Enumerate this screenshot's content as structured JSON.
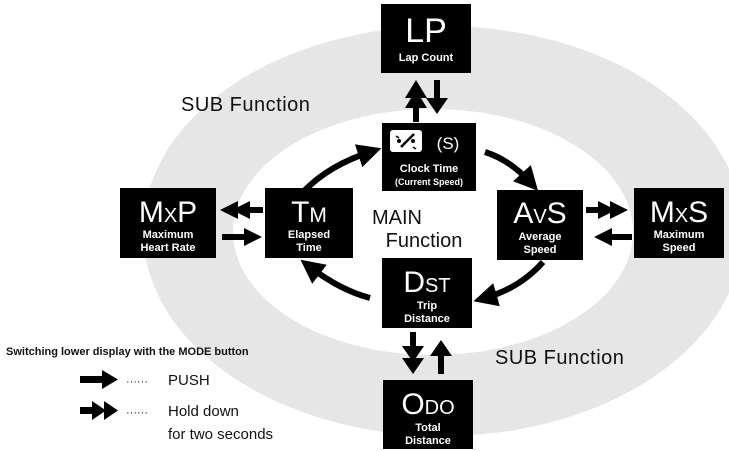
{
  "boxes": {
    "lp": {
      "title": "LP",
      "line1": "Lap Count",
      "line2": ""
    },
    "clock": {
      "title": "(S)",
      "line1": "Clock Time",
      "line2": "(Current Speed)"
    },
    "tm": {
      "title_big": "T",
      "title_small": "M",
      "line1": "Elapsed",
      "line2": "Time"
    },
    "avs": {
      "title_big": "A",
      "title_small": "V",
      "title_big2": "S",
      "line1": "Average",
      "line2": "Speed"
    },
    "mxs": {
      "title_big": "M",
      "title_small": "X",
      "title_big2": "S",
      "line1": "Maximum",
      "line2": "Speed"
    },
    "mxp": {
      "title_big": "M",
      "title_small": "X",
      "title_big2": "P",
      "line1": "Maximum",
      "line2": "Heart Rate"
    },
    "dst": {
      "title_big": "D",
      "title_small": "ST",
      "line1": "Trip",
      "line2": "Distance"
    },
    "odo": {
      "title_big": "O",
      "title_small": "DO",
      "line1": "Total",
      "line2": "Distance"
    }
  },
  "labels": {
    "sub_top": "SUB Function",
    "sub_bottom": "SUB Function",
    "main_line1": "MAIN",
    "main_line2": "Function"
  },
  "legend": {
    "heading": "Switching lower display with the MODE button",
    "push": "PUSH",
    "hold_line1": "Hold down",
    "hold_line2": "for two seconds",
    "dots": "······"
  },
  "colors": {
    "outer_ring": "#e6e6e6",
    "inner": "#ffffff",
    "box": "#000000",
    "box_text": "#ffffff",
    "arrow": "#000000"
  },
  "icons": {
    "clock": "stopwatch-icon"
  }
}
